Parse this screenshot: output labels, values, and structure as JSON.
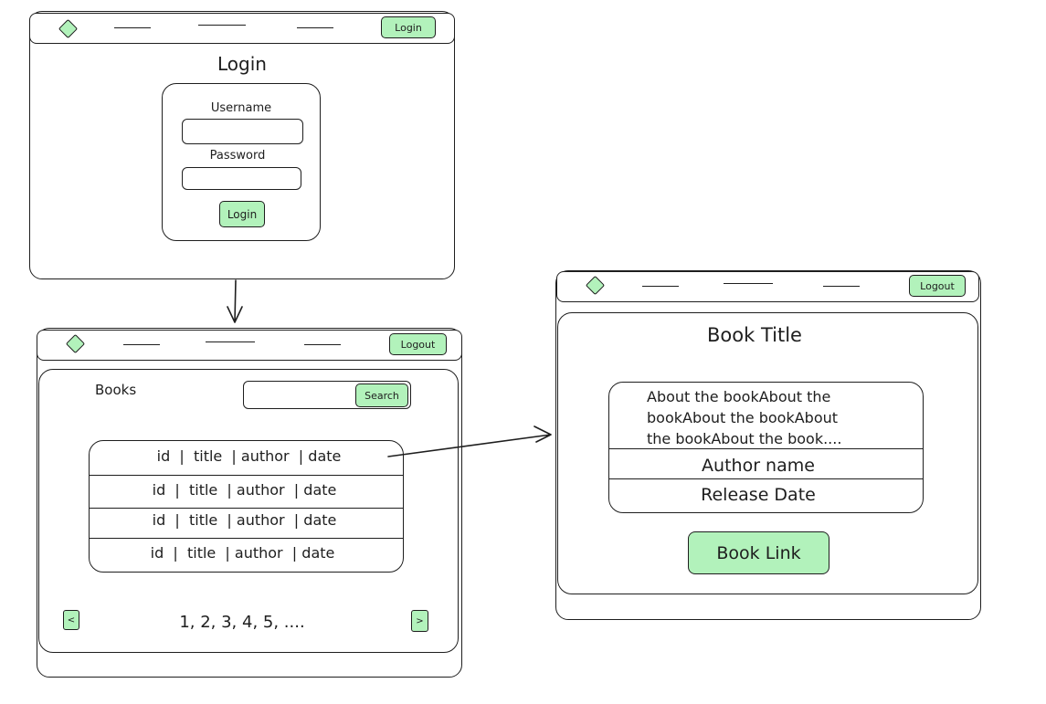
{
  "login_screen": {
    "nav_button": "Login",
    "title": "Login",
    "username_label": "Username",
    "password_label": "Password",
    "submit_label": "Login"
  },
  "books_screen": {
    "nav_button": "Logout",
    "heading": "Books",
    "search_button": "Search",
    "rows": [
      "id  |  title  | author  | date",
      "id  |  title  | author  | date",
      "id  |  title  | author  | date",
      "id  |  title  | author  | date"
    ],
    "prev_label": "<",
    "next_label": ">",
    "pages": "1, 2, 3, 4, 5, ...."
  },
  "detail_screen": {
    "nav_button": "Logout",
    "title": "Book Title",
    "about_lines": [
      "About the bookAbout the",
      "bookAbout the bookAbout",
      "the bookAbout the book...."
    ],
    "author": "Author name",
    "release": "Release Date",
    "link_button": "Book Link"
  },
  "colors": {
    "accent": "#b2f2bb",
    "stroke": "#1e1e1e"
  }
}
